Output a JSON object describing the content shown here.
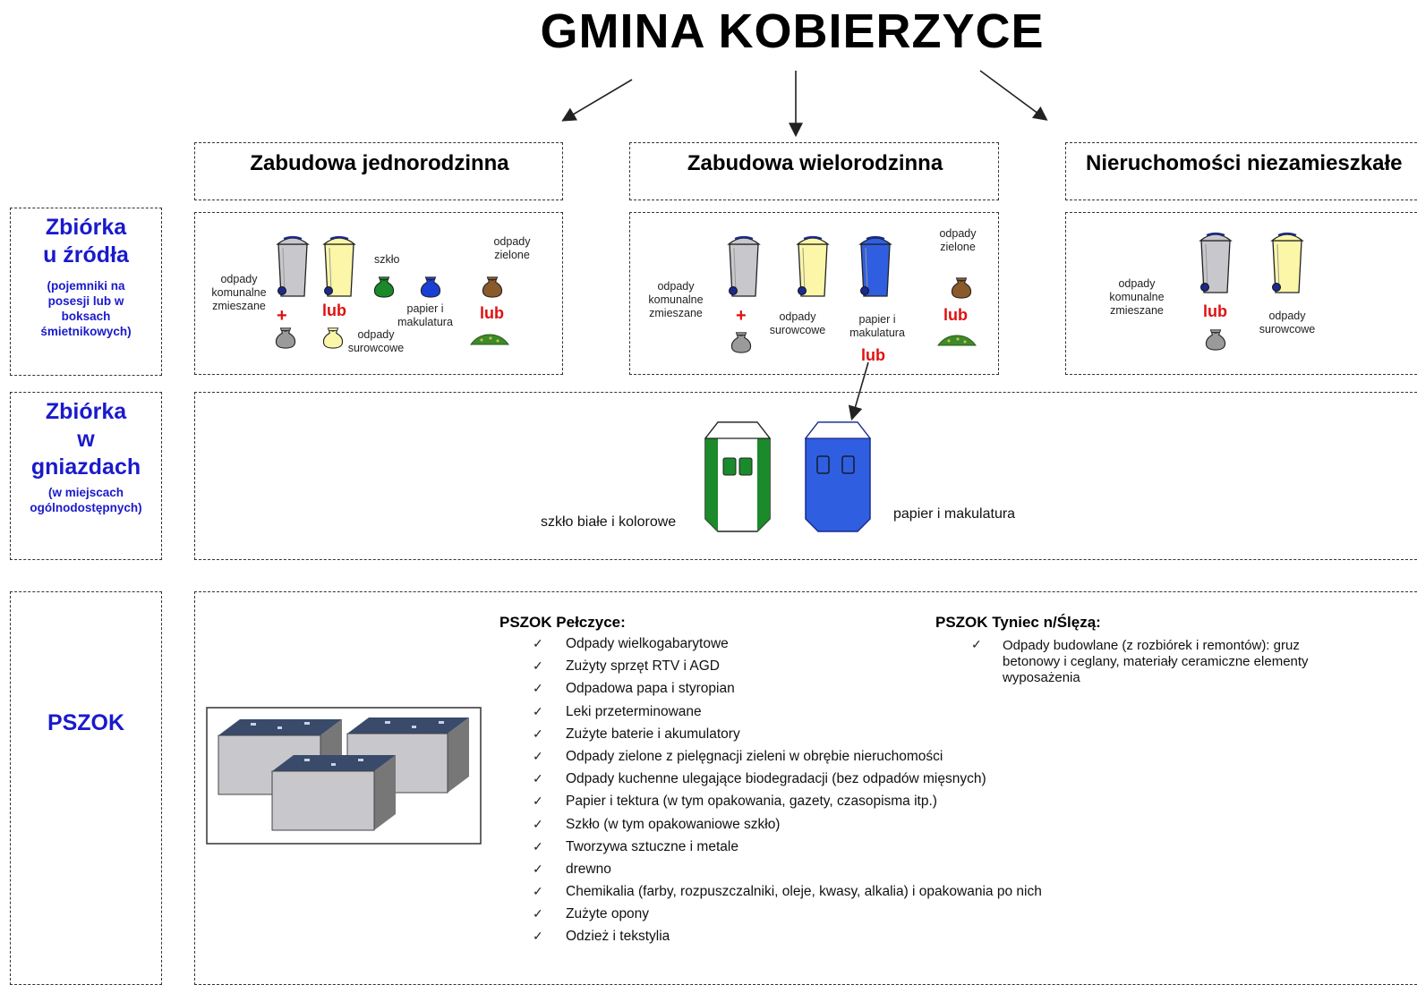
{
  "title": "GMINA KOBIERZYCE",
  "columns": [
    {
      "title": "Zabudowa jednorodzinna"
    },
    {
      "title": "Zabudowa wielorodzinna"
    },
    {
      "title": "Nieruchomości niezamieszkałe"
    }
  ],
  "rows": {
    "source": {
      "title_line1": "Zbiórka",
      "title_line2": "u źródła",
      "subtitle": "(pojemniki na posesji lub w boksach śmietnikowych)"
    },
    "nests": {
      "title_line1": "Zbiórka",
      "title_line2": "w",
      "title_line3": "gniazdach",
      "subtitle": "(w miejscach ogólnodostępnych)"
    },
    "pszok": {
      "title": "PSZOK"
    }
  },
  "labels": {
    "mixed": "odpady komunalne zmieszane",
    "lub": "lub",
    "glass": "szkło",
    "paper": "papier i makulatura",
    "green": "odpady zielone",
    "raw": "odpady surowcowe",
    "plus": "+"
  },
  "nests": {
    "glass_label": "szkło białe i kolorowe",
    "paper_label": "papier i makulatura"
  },
  "pszok_pelczyce": {
    "heading": "PSZOK Pełczyce:",
    "items": [
      "Odpady wielkogabarytowe",
      "Zużyty sprzęt RTV i AGD",
      "Odpadowa papa i styropian",
      "Leki przeterminowane",
      "Zużyte baterie i akumulatory",
      "Odpady zielone z pielęgnacji zieleni w obrębie nieruchomości",
      "Odpady kuchenne ulegające biodegradacji (bez odpadów mięsnych)",
      "Papier i tektura (w tym opakowania, gazety, czasopisma itp.)",
      "Szkło (w tym opakowaniowe szkło)",
      "Tworzywa sztuczne i metale",
      "drewno",
      "Chemikalia (farby, rozpuszczalniki, oleje, kwasy, alkalia) i opakowania po nich",
      "Zużyte opony",
      "Odzież i tekstylia"
    ]
  },
  "pszok_tyniec": {
    "heading": "PSZOK Tyniec n/Ślęzą:",
    "items": [
      "Odpady budowlane (z rozbiórek i remontów): gruz betonowy i ceglany, materiały ceramiczne elementy wyposażenia"
    ]
  },
  "check_mark": "✓",
  "colors": {
    "row_title": "#1a1acc",
    "lub": "#e01010",
    "bin_gray": "#c8c8cc",
    "bin_yellow": "#fbf6a8",
    "bin_blue": "#2f5fe0",
    "bag_green": "#1a8a2a",
    "bag_blue": "#1a3fd6",
    "bag_brown": "#8a5a2b",
    "bag_gray": "#9a9a9a",
    "container_green": "#1a8a2a"
  },
  "icons": [
    "gray-bin-icon",
    "yellow-bin-icon",
    "blue-bin-icon",
    "bag-icon",
    "compost-icon",
    "glass-container-icon",
    "paper-container-icon",
    "pszok-buildings-icon",
    "check-icon"
  ]
}
